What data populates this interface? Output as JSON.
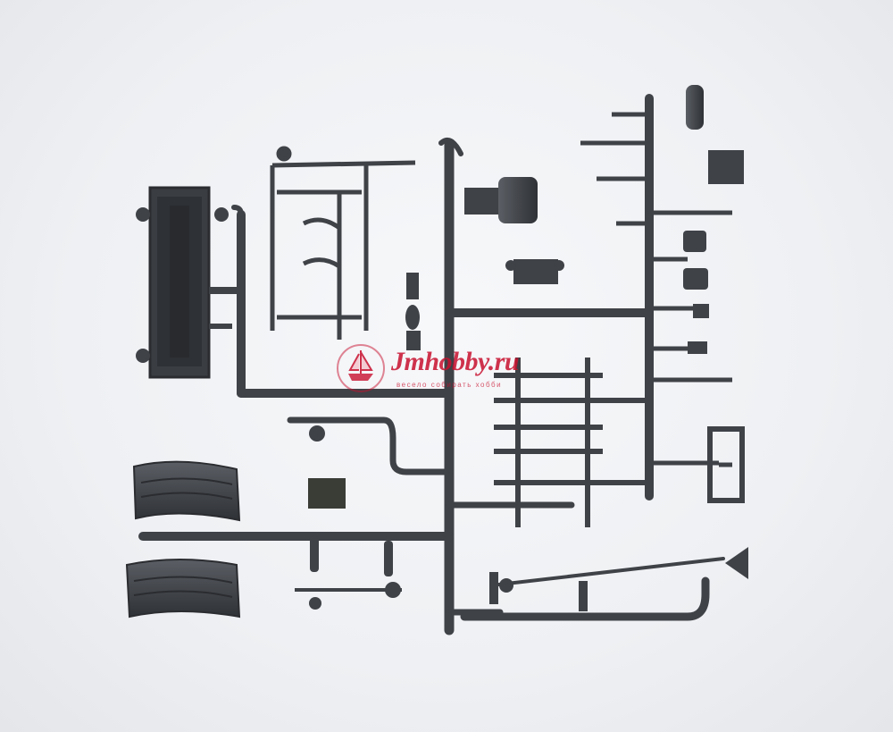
{
  "photo": {
    "subject": "sprue",
    "plastic_color": "#4a4d52",
    "background_color": "#eef0f3"
  },
  "watermark": {
    "brand": "Jmhobby.ru",
    "tagline": "весело собирать   хобби",
    "color": "#c8102e",
    "logo_icon": "ship-icon"
  }
}
